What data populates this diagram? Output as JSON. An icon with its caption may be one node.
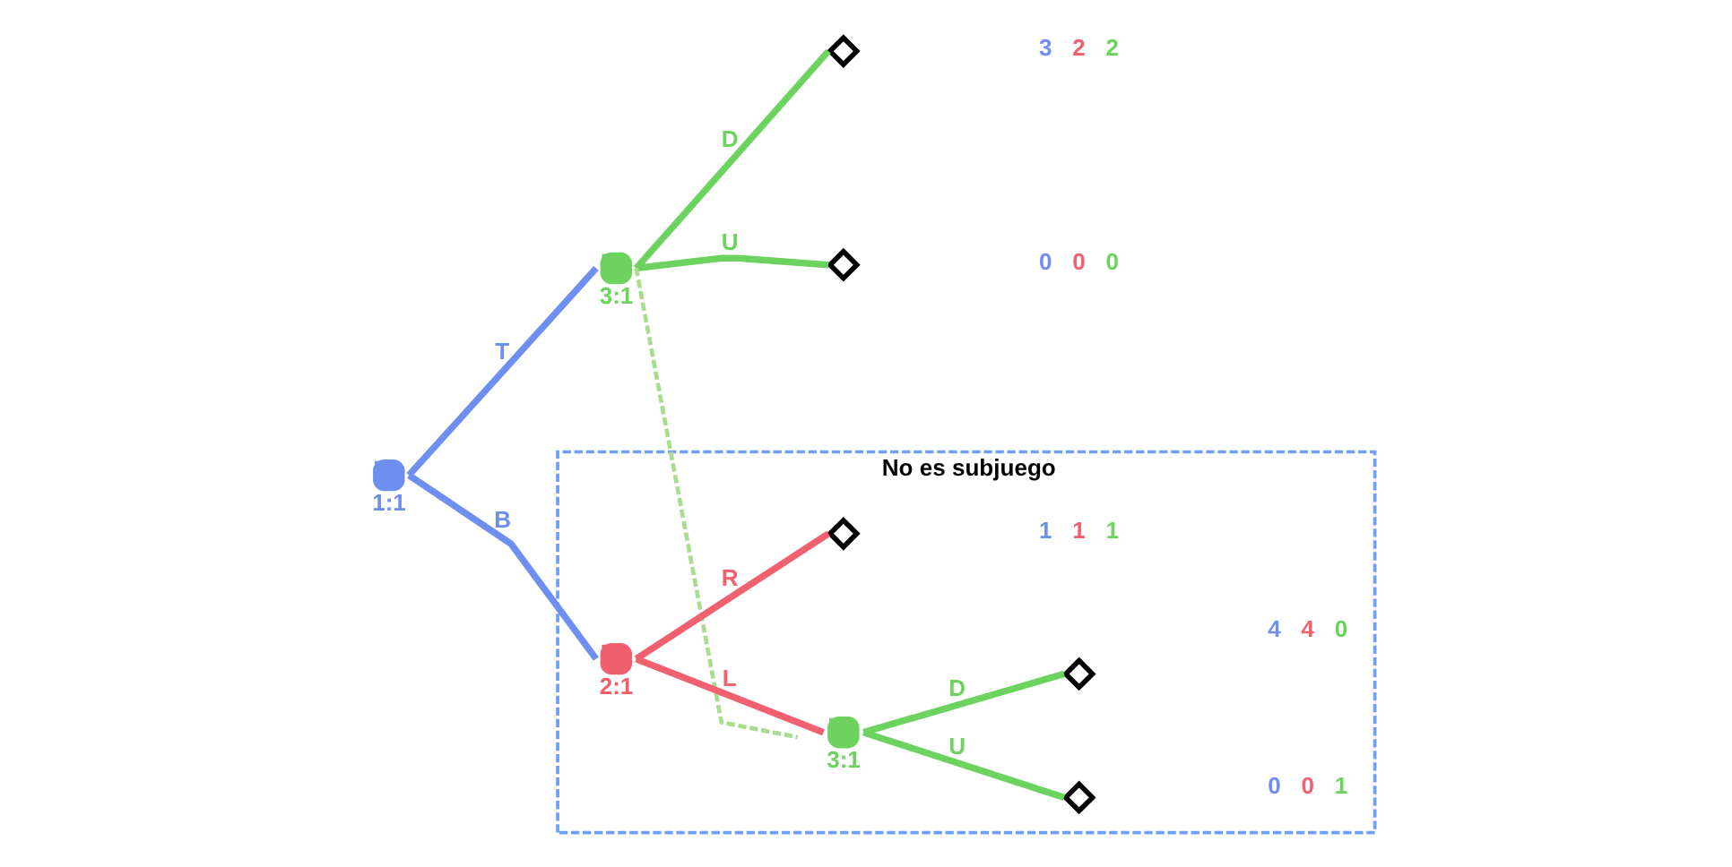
{
  "diagram": {
    "nodes": [
      {
        "text": [
          "1:1"
        ]
      },
      {
        "text": [
          "3:1"
        ]
      },
      {
        "text": [],
        "shape": "diamond",
        "beside": [
          "0",
          "0",
          "0"
        ]
      },
      {
        "text": [],
        "shape": "diamond",
        "beside": [
          "3",
          "2",
          "2"
        ]
      },
      {
        "text": [
          "No es subjuego"
        ]
      },
      {
        "text": [
          "2:1"
        ],
        "in": 4
      },
      {
        "text": [
          "3:1"
        ],
        "in": 4
      },
      {
        "text": [],
        "shape": "diamond",
        "in": 4,
        "beside": [
          "0",
          "0",
          "1"
        ]
      },
      {
        "text": [],
        "shape": "diamond",
        "in": 4,
        "beside": [
          "4",
          "4",
          "0"
        ]
      },
      {
        "text": [],
        "shape": "diamond",
        "in": 4,
        "beside": [
          "1",
          "1",
          "1"
        ]
      }
    ],
    "edges": [
      {
        "from": 0,
        "to": 1,
        "arrow": "none",
        "label": "T",
        "color": "#6f8ff0"
      },
      {
        "from": 0,
        "to": 5,
        "arrow": "none",
        "label": "B",
        "color": "#6f8ff0"
      },
      {
        "from": 1,
        "to": 2,
        "arrow": "none",
        "label": "U",
        "color": "#6dd35f"
      },
      {
        "from": 1,
        "to": 3,
        "arrow": "none",
        "label": "D",
        "color": "#6dd35f"
      },
      {
        "from": 5,
        "to": 6,
        "arrow": "none",
        "label": "L",
        "color": "#f0606e"
      },
      {
        "from": 5,
        "to": 9,
        "arrow": "none",
        "label": "R",
        "color": "#f0606e"
      },
      {
        "from": 6,
        "to": 7,
        "arrow": "none",
        "label": "U",
        "color": "#6dd35f"
      },
      {
        "from": 6,
        "to": 8,
        "arrow": "none",
        "label": "D",
        "color": "#6dd35f"
      },
      {
        "from": 1,
        "to": 6,
        "arrow": "none",
        "style": "dashed",
        "color": "#a8dd90"
      }
    ]
  }
}
